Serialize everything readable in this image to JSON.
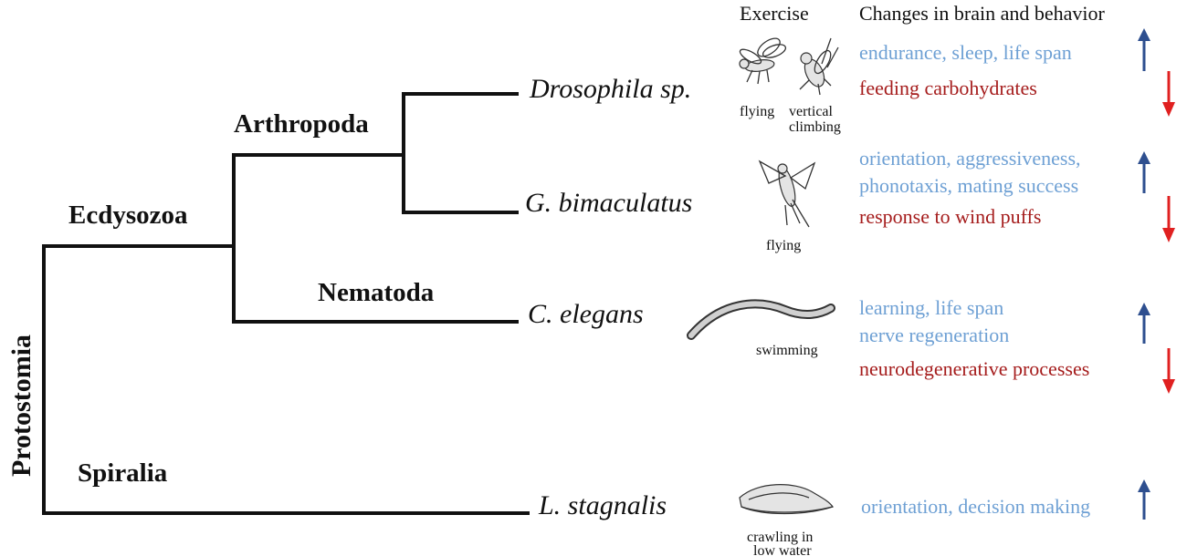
{
  "tree": {
    "root_label": "Protostomia",
    "clades": {
      "ecdysozoa": "Ecdysozoa",
      "arthropoda": "Arthropoda",
      "nematoda": "Nematoda",
      "spiralia": "Spiralia"
    },
    "species": {
      "drosophila": "Drosophila sp.",
      "gryllus": "G. bimaculatus",
      "celegans": "C. elegans",
      "lymnaea": "L. stagnalis"
    }
  },
  "headers": {
    "exercise": "Exercise",
    "changes": "Changes in brain and behavior"
  },
  "exercise_labels": {
    "drosophila_flying": "flying",
    "drosophila_climbing_line1": "vertical",
    "drosophila_climbing_line2": "climbing",
    "gryllus_flying": "flying",
    "celegans_swimming": "swimming",
    "lymnaea_line1": "crawling in",
    "lymnaea_line2": "low water"
  },
  "changes": {
    "drosophila": {
      "increase": [
        "endurance, sleep, life span"
      ],
      "decrease": [
        "feeding carbohydrates"
      ]
    },
    "gryllus": {
      "increase": [
        "orientation, aggressiveness,",
        "phonotaxis, mating success"
      ],
      "decrease": [
        "response to wind puffs"
      ]
    },
    "celegans": {
      "increase": [
        "learning, life span",
        "nerve regeneration"
      ],
      "decrease": [
        "neurodegenerative processes"
      ]
    },
    "lymnaea": {
      "increase": [
        "orientation, decision making"
      ]
    }
  },
  "colors": {
    "increase_text": "#6ea0d4",
    "decrease_text": "#a51c1c",
    "up_arrow": "#2e4f8f",
    "down_arrow": "#e02020"
  }
}
